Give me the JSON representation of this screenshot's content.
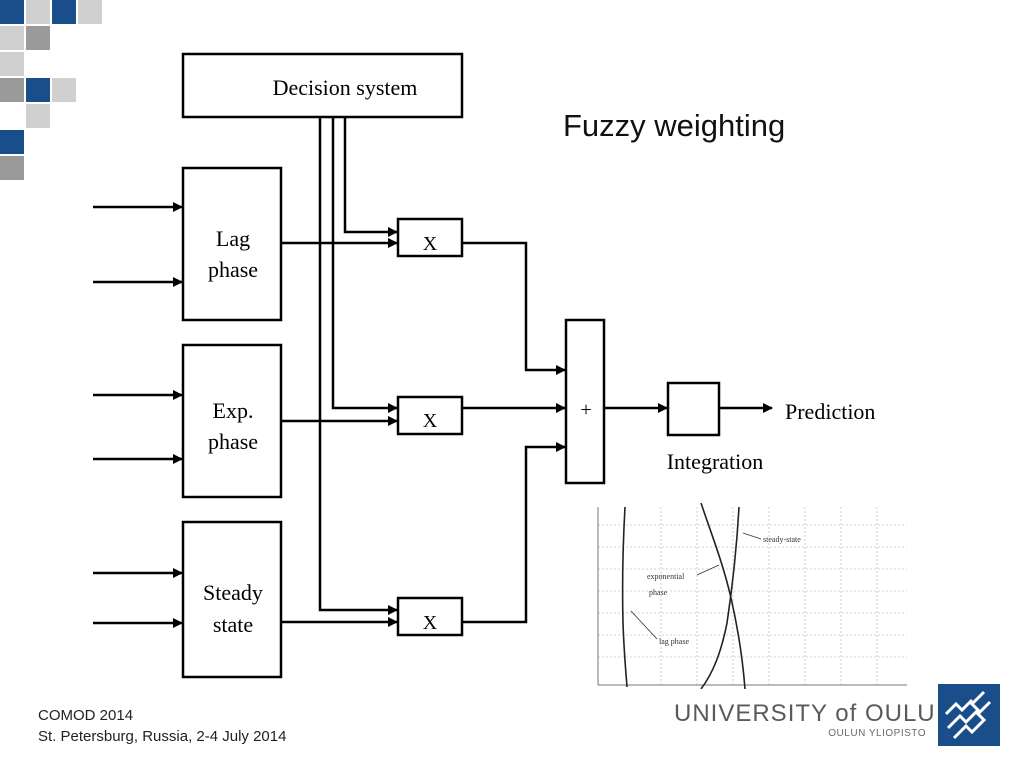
{
  "slide": {
    "title": "Fuzzy weighting",
    "footer": {
      "line1": "COMOD 2014",
      "line2": "St. Petersburg, Russia, 2-4 July 2014"
    },
    "university": {
      "name": "UNIVERSITY of OULU",
      "subtitle": "OULUN YLIOPISTO"
    },
    "colors": {
      "accent_blue": "#1a4e8a",
      "square_gray": "#9a9a9a",
      "square_light": "#d0d0d0"
    }
  },
  "diagram": {
    "decision_system": "Decision system",
    "lag_phase": [
      "Lag",
      "phase"
    ],
    "exp_phase": [
      "Exp.",
      "phase"
    ],
    "steady_state": [
      "Steady",
      "state"
    ],
    "multiplier": "X",
    "sum": "+",
    "integration": "Integration",
    "prediction": "Prediction"
  },
  "inset_plot": {
    "labels": {
      "steady_state": "steady-state",
      "exponential": "exponential",
      "phase": "phase",
      "lag_phase": "lag phase"
    }
  }
}
